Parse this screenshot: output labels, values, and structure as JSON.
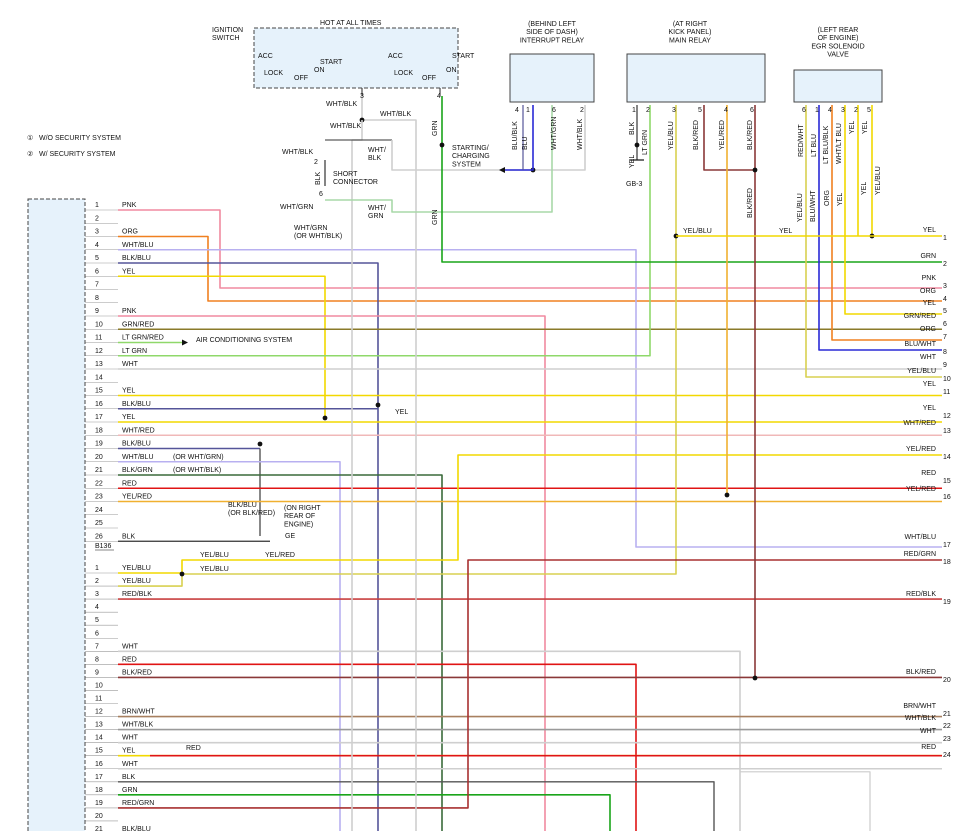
{
  "colors": {
    "PNK": "#f08aa0",
    "ORG": "#f08020",
    "WHT": "#cfcfcf",
    "BLU": "#2a2ad6",
    "BLK": "#222222",
    "YEL": "#f2d800",
    "GRN": "#1aa51a",
    "RED": "#e01414",
    "BRN": "#8b4513",
    "LTGRN": "#8fd86a",
    "LTBLU": "#3ad0e8",
    "WHTBLU": "#b8b0f0",
    "BLKBLU": "#555599",
    "GRNRED": "#8a7a2a",
    "YELBLU": "#d8d050",
    "BLKRED": "#8a3838",
    "WHTGRN": "#a8d8a8",
    "WHTRED": "#f0b8b8",
    "BLKGRN": "#3a6a3a",
    "YELRED": "#f0b030",
    "WHTBLK": "#9a9a9a",
    "REDBLK": "#c84040",
    "REDGRN": "#a83030",
    "BRNWHT": "#a88060",
    "REDWHT": "#e06070"
  },
  "labels": {
    "ignition_switch": "IGNITION\nSWITCH",
    "hot_at_all_times": "HOT AT ALL TIMES",
    "acc": "ACC",
    "lock": "LOCK",
    "off": "OFF",
    "start": "START",
    "on": "ON",
    "interrupt_relay": "(BEHIND LEFT\nSIDE OF DASH)\nINTERRUPT RELAY",
    "main_relay": "(AT RIGHT\nKICK PANEL)\nMAIN RELAY",
    "egr_valve": "(LEFT REAR\nOF ENGINE)\nEGR SOLENOID\nVALVE",
    "legend1": "W/O SECURITY SYSTEM",
    "legend2": "W/ SECURITY SYSTEM",
    "legend1_num": "1",
    "legend2_num": "2",
    "starting_charging": "STARTING/\nCHARGING\nSYSTEM",
    "short_connector": "SHORT\nCONNECTOR",
    "air_conditioning": "AIR CONDITIONING SYSTEM",
    "gb3": "GB-3",
    "ge": "GE",
    "on_right_rear": "(ON RIGHT\nREAR OF\nENGINE)",
    "b136": "B136"
  },
  "wire_labels_top": [
    "WHT/BLK",
    "WHT/BLK",
    "WHT/BLK",
    "WHT/\nBLK",
    "WHT/BLK",
    "BLK",
    "WHT/GRN",
    "WHT/\nGRN",
    "WHT/GRN\n(OR WHT/BLK)",
    "GRN",
    "GRN",
    "BLU/BLK",
    "BLU",
    "WHT/GRN",
    "WHT/BLK",
    "BLK",
    "LT GRN",
    "YEL/BLU",
    "BLK/RED",
    "YEL/RED",
    "BLK/RED",
    "BLK/RED",
    "RED/WHT",
    "LT BLU",
    "LT BLU/BLK",
    "WHT/LT BLU",
    "YEL",
    "YEL",
    "YEL/BLU",
    "BLU/WHT",
    "ORG",
    "YEL",
    "YEL",
    "YEL/BLU",
    "YEL",
    "BLK"
  ],
  "pin_nums_top": [
    "3",
    "4",
    "4",
    "1",
    "6",
    "2",
    "1",
    "2",
    "3",
    "5",
    "4",
    "6",
    "6",
    "1",
    "4",
    "3",
    "2",
    "5",
    "2",
    "6"
  ],
  "connector_a": [
    {
      "pin": "1",
      "label": "PNK"
    },
    {
      "pin": "2",
      "label": ""
    },
    {
      "pin": "3",
      "label": "ORG"
    },
    {
      "pin": "4",
      "label": "WHT/BLU"
    },
    {
      "pin": "5",
      "label": "BLK/BLU"
    },
    {
      "pin": "6",
      "label": "YEL"
    },
    {
      "pin": "7",
      "label": ""
    },
    {
      "pin": "8",
      "label": ""
    },
    {
      "pin": "9",
      "label": "PNK"
    },
    {
      "pin": "10",
      "label": "GRN/RED"
    },
    {
      "pin": "11",
      "label": "LT GRN/RED"
    },
    {
      "pin": "12",
      "label": "LT GRN"
    },
    {
      "pin": "13",
      "label": "WHT"
    },
    {
      "pin": "14",
      "label": ""
    },
    {
      "pin": "15",
      "label": "YEL"
    },
    {
      "pin": "16",
      "label": "BLK/BLU"
    },
    {
      "pin": "17",
      "label": "YEL"
    },
    {
      "pin": "18",
      "label": "WHT/RED"
    },
    {
      "pin": "19",
      "label": "BLK/BLU"
    },
    {
      "pin": "20",
      "label": "WHT/BLU"
    },
    {
      "pin": "21",
      "label": "BLK/GRN"
    },
    {
      "pin": "22",
      "label": "RED"
    },
    {
      "pin": "23",
      "label": "YEL/RED"
    },
    {
      "pin": "24",
      "label": ""
    },
    {
      "pin": "25",
      "label": ""
    },
    {
      "pin": "26",
      "label": "BLK"
    }
  ],
  "connector_a_alt": [
    {
      "pin": "20",
      "label": "(OR WHT/GRN)"
    },
    {
      "pin": "21",
      "label": "(OR WHT/BLK)"
    }
  ],
  "connector_b": [
    {
      "pin": "1",
      "label": "YEL/BLU"
    },
    {
      "pin": "2",
      "label": "YEL/BLU"
    },
    {
      "pin": "3",
      "label": "RED/BLK"
    },
    {
      "pin": "4",
      "label": ""
    },
    {
      "pin": "5",
      "label": ""
    },
    {
      "pin": "6",
      "label": ""
    },
    {
      "pin": "7",
      "label": "WHT"
    },
    {
      "pin": "8",
      "label": "RED"
    },
    {
      "pin": "9",
      "label": "BLK/RED"
    },
    {
      "pin": "10",
      "label": ""
    },
    {
      "pin": "11",
      "label": ""
    },
    {
      "pin": "12",
      "label": "BRN/WHT"
    },
    {
      "pin": "13",
      "label": "WHT/BLK"
    },
    {
      "pin": "14",
      "label": "WHT"
    },
    {
      "pin": "15",
      "label": "YEL"
    },
    {
      "pin": "16",
      "label": "WHT"
    },
    {
      "pin": "17",
      "label": "BLK"
    },
    {
      "pin": "18",
      "label": "GRN"
    },
    {
      "pin": "19",
      "label": "RED/GRN"
    },
    {
      "pin": "20",
      "label": ""
    },
    {
      "pin": "21",
      "label": "BLK/BLU"
    }
  ],
  "right_edge": [
    {
      "num": "1",
      "label": "YEL"
    },
    {
      "num": "2",
      "label": "GRN"
    },
    {
      "num": "3",
      "label": "PNK"
    },
    {
      "num": "4",
      "label": "ORG"
    },
    {
      "num": "5",
      "label": "YEL"
    },
    {
      "num": "6",
      "label": "GRN/RED"
    },
    {
      "num": "7",
      "label": "ORG"
    },
    {
      "num": "8",
      "label": "BLU/WHT"
    },
    {
      "num": "9",
      "label": "WHT"
    },
    {
      "num": "10",
      "label": "YEL/BLU"
    },
    {
      "num": "11",
      "label": "YEL"
    },
    {
      "num": "12",
      "label": "YEL"
    },
    {
      "num": "13",
      "label": "WHT/RED"
    },
    {
      "num": "14",
      "label": "YEL/RED"
    },
    {
      "num": "15",
      "label": "RED"
    },
    {
      "num": "16",
      "label": "YEL/RED"
    },
    {
      "num": "17",
      "label": "WHT/BLU"
    },
    {
      "num": "18",
      "label": "RED/GRN"
    },
    {
      "num": "19",
      "label": "RED/BLK"
    },
    {
      "num": "20",
      "label": "BLK/RED"
    },
    {
      "num": "21",
      "label": "BRN/WHT"
    },
    {
      "num": "22",
      "label": "WHT/BLK"
    },
    {
      "num": "23",
      "label": "WHT"
    },
    {
      "num": "24",
      "label": "RED"
    }
  ],
  "inline_labels": {
    "yel_mid": "YEL",
    "yel_blu_main": "YEL/BLU",
    "yel_main": "YEL",
    "blk_blu_ge": "BLK/BLU\n(OR BLK/RED)",
    "yel_blu_b1": "YEL/BLU",
    "yel_red_b1": "YEL/RED",
    "yel_blu_b2": "YEL/BLU",
    "red_b15": "RED"
  }
}
